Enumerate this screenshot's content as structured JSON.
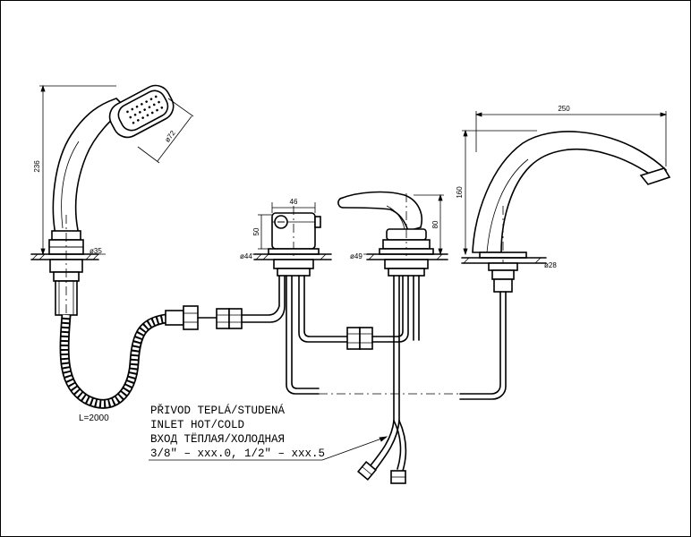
{
  "dimensions": {
    "hand_shower_height": "236",
    "hand_shower_head_dia": "ø72",
    "hand_shower_base_dia": "ø35",
    "diverter_width": "46",
    "diverter_height": "50",
    "diverter_base_dia": "ø44",
    "mixer_height": "80",
    "mixer_base_dia": "ø49",
    "spout_reach": "250",
    "spout_height": "160",
    "spout_base_dia": "ø28",
    "hose_length": "L=2000"
  },
  "notes": {
    "line_1": "PŘIVOD TEPLÁ/STUDENÁ",
    "line_2": "INLET HOT/COLD",
    "line_3": "ВХОД ТЁПЛАЯ/ХОЛОДНАЯ",
    "line_4": "3/8\" – xxx.0, 1/2\" – xxx.5"
  }
}
